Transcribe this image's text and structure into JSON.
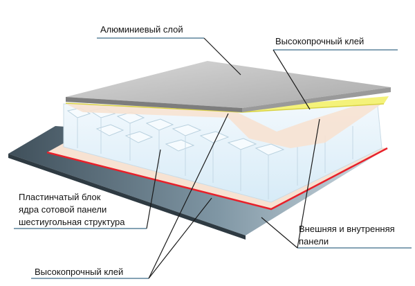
{
  "diagram": {
    "labels": {
      "aluminum_layer": "Алюминиевый слой",
      "high_strength_glue_top": "Высокопрочный клей",
      "core_block_lines": [
        "Пластинчатый блок",
        "ядра сотовой панели",
        "шестиугольная структура"
      ],
      "outer_inner_panels_lines": [
        "Внешняя и внутренняя",
        "панели"
      ],
      "high_strength_glue_bottom": "Высокопрочный клей"
    },
    "colors": {
      "aluminum": "#bdbdbd",
      "glue_top": "#f4f27a",
      "glue_bottom": "#e8202a",
      "core": "#e6f3fb",
      "bottom_panel": "#5b6d7a",
      "peach_film": "#f7e2d2",
      "leader_line": "#3a6a88"
    }
  }
}
